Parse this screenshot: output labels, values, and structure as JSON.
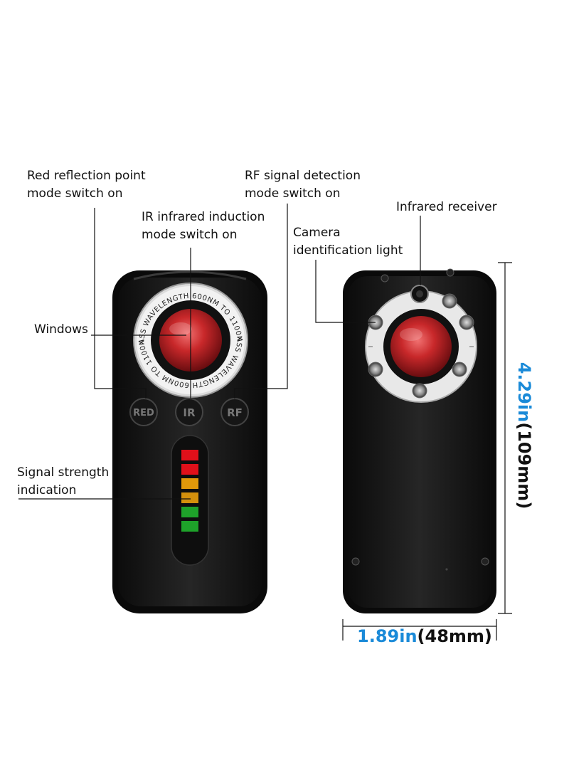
{
  "labels": {
    "red_mode": [
      "Red reflection point",
      "mode switch on"
    ],
    "rf_mode": [
      "RF signal detection",
      "mode switch on"
    ],
    "ir_mode": [
      "IR infrared induction",
      "mode switch on"
    ],
    "infrared_receiver": "Infrared receiver",
    "camera_light": [
      "Camera",
      "identification light"
    ],
    "windows": "Windows",
    "signal_strength": [
      "Signal strength",
      "indication"
    ]
  },
  "ring_text": {
    "top": "PASS WAVELENGTH 600NM TO 1100NM",
    "bottom": "PASS WAVELENGTH 600NM TO 1100NM"
  },
  "buttons": {
    "red": "RED",
    "ir": "IR",
    "rf": "RF"
  },
  "signal_bars": {
    "colors": [
      "#e0101a",
      "#e0101a",
      "#e0980a",
      "#d4900c",
      "#1ea22a",
      "#1ea22a"
    ]
  },
  "dimensions": {
    "width_imperial": "1.89in",
    "width_metric": "(48mm)",
    "height_imperial": "4.29in",
    "height_metric": "(109mm)"
  },
  "colors": {
    "device_body": "#1b1b1b",
    "lens_red": "#c8282a",
    "dimension_blue": "#1a8ad8"
  }
}
